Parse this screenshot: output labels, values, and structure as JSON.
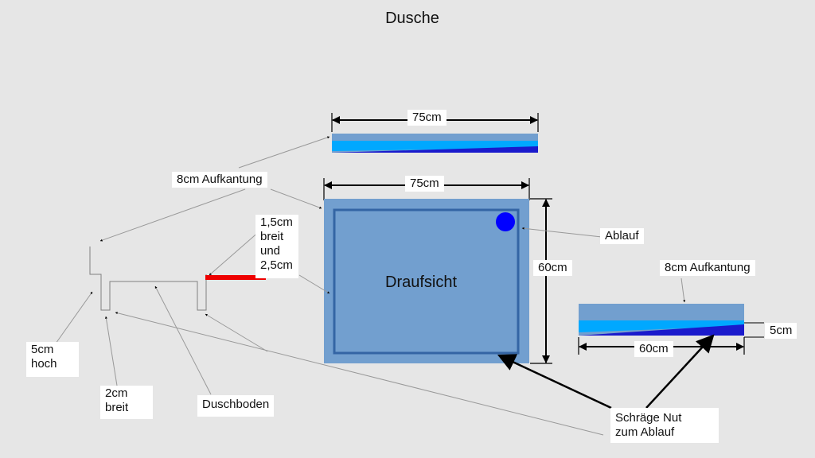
{
  "title": "Dusche",
  "plan_view": {
    "center_label": "Draufsicht",
    "width_label": "75cm",
    "depth_label": "60cm",
    "drain_label": "Ablauf"
  },
  "top_strip": {
    "width_label": "75cm"
  },
  "right_strip": {
    "rim_label": "8cm Aufkantung",
    "width_label": "60cm",
    "height_label": "5cm"
  },
  "profile": {
    "rim_label": "8cm Aufkantung",
    "thickness_label_lines": [
      "1,5cm",
      "breit",
      "und",
      "2,5cm"
    ],
    "height_label_lines": [
      "5cm",
      "hoch"
    ],
    "width_label_lines": [
      "2cm",
      "breit"
    ],
    "floor_label": "Duschboden"
  },
  "groove_label_lines": [
    "Schräge Nut",
    "zum Ablauf"
  ],
  "colors": {
    "background": "#e6e6e6",
    "plan_outer": "#729fcf",
    "plan_inner_border": "#3465a4",
    "drain": "#0000ff",
    "strip_base": "#729fcf",
    "strip_light": "#00a8ff",
    "strip_dark": "#1a1acc",
    "red_bar": "#ee0000"
  }
}
